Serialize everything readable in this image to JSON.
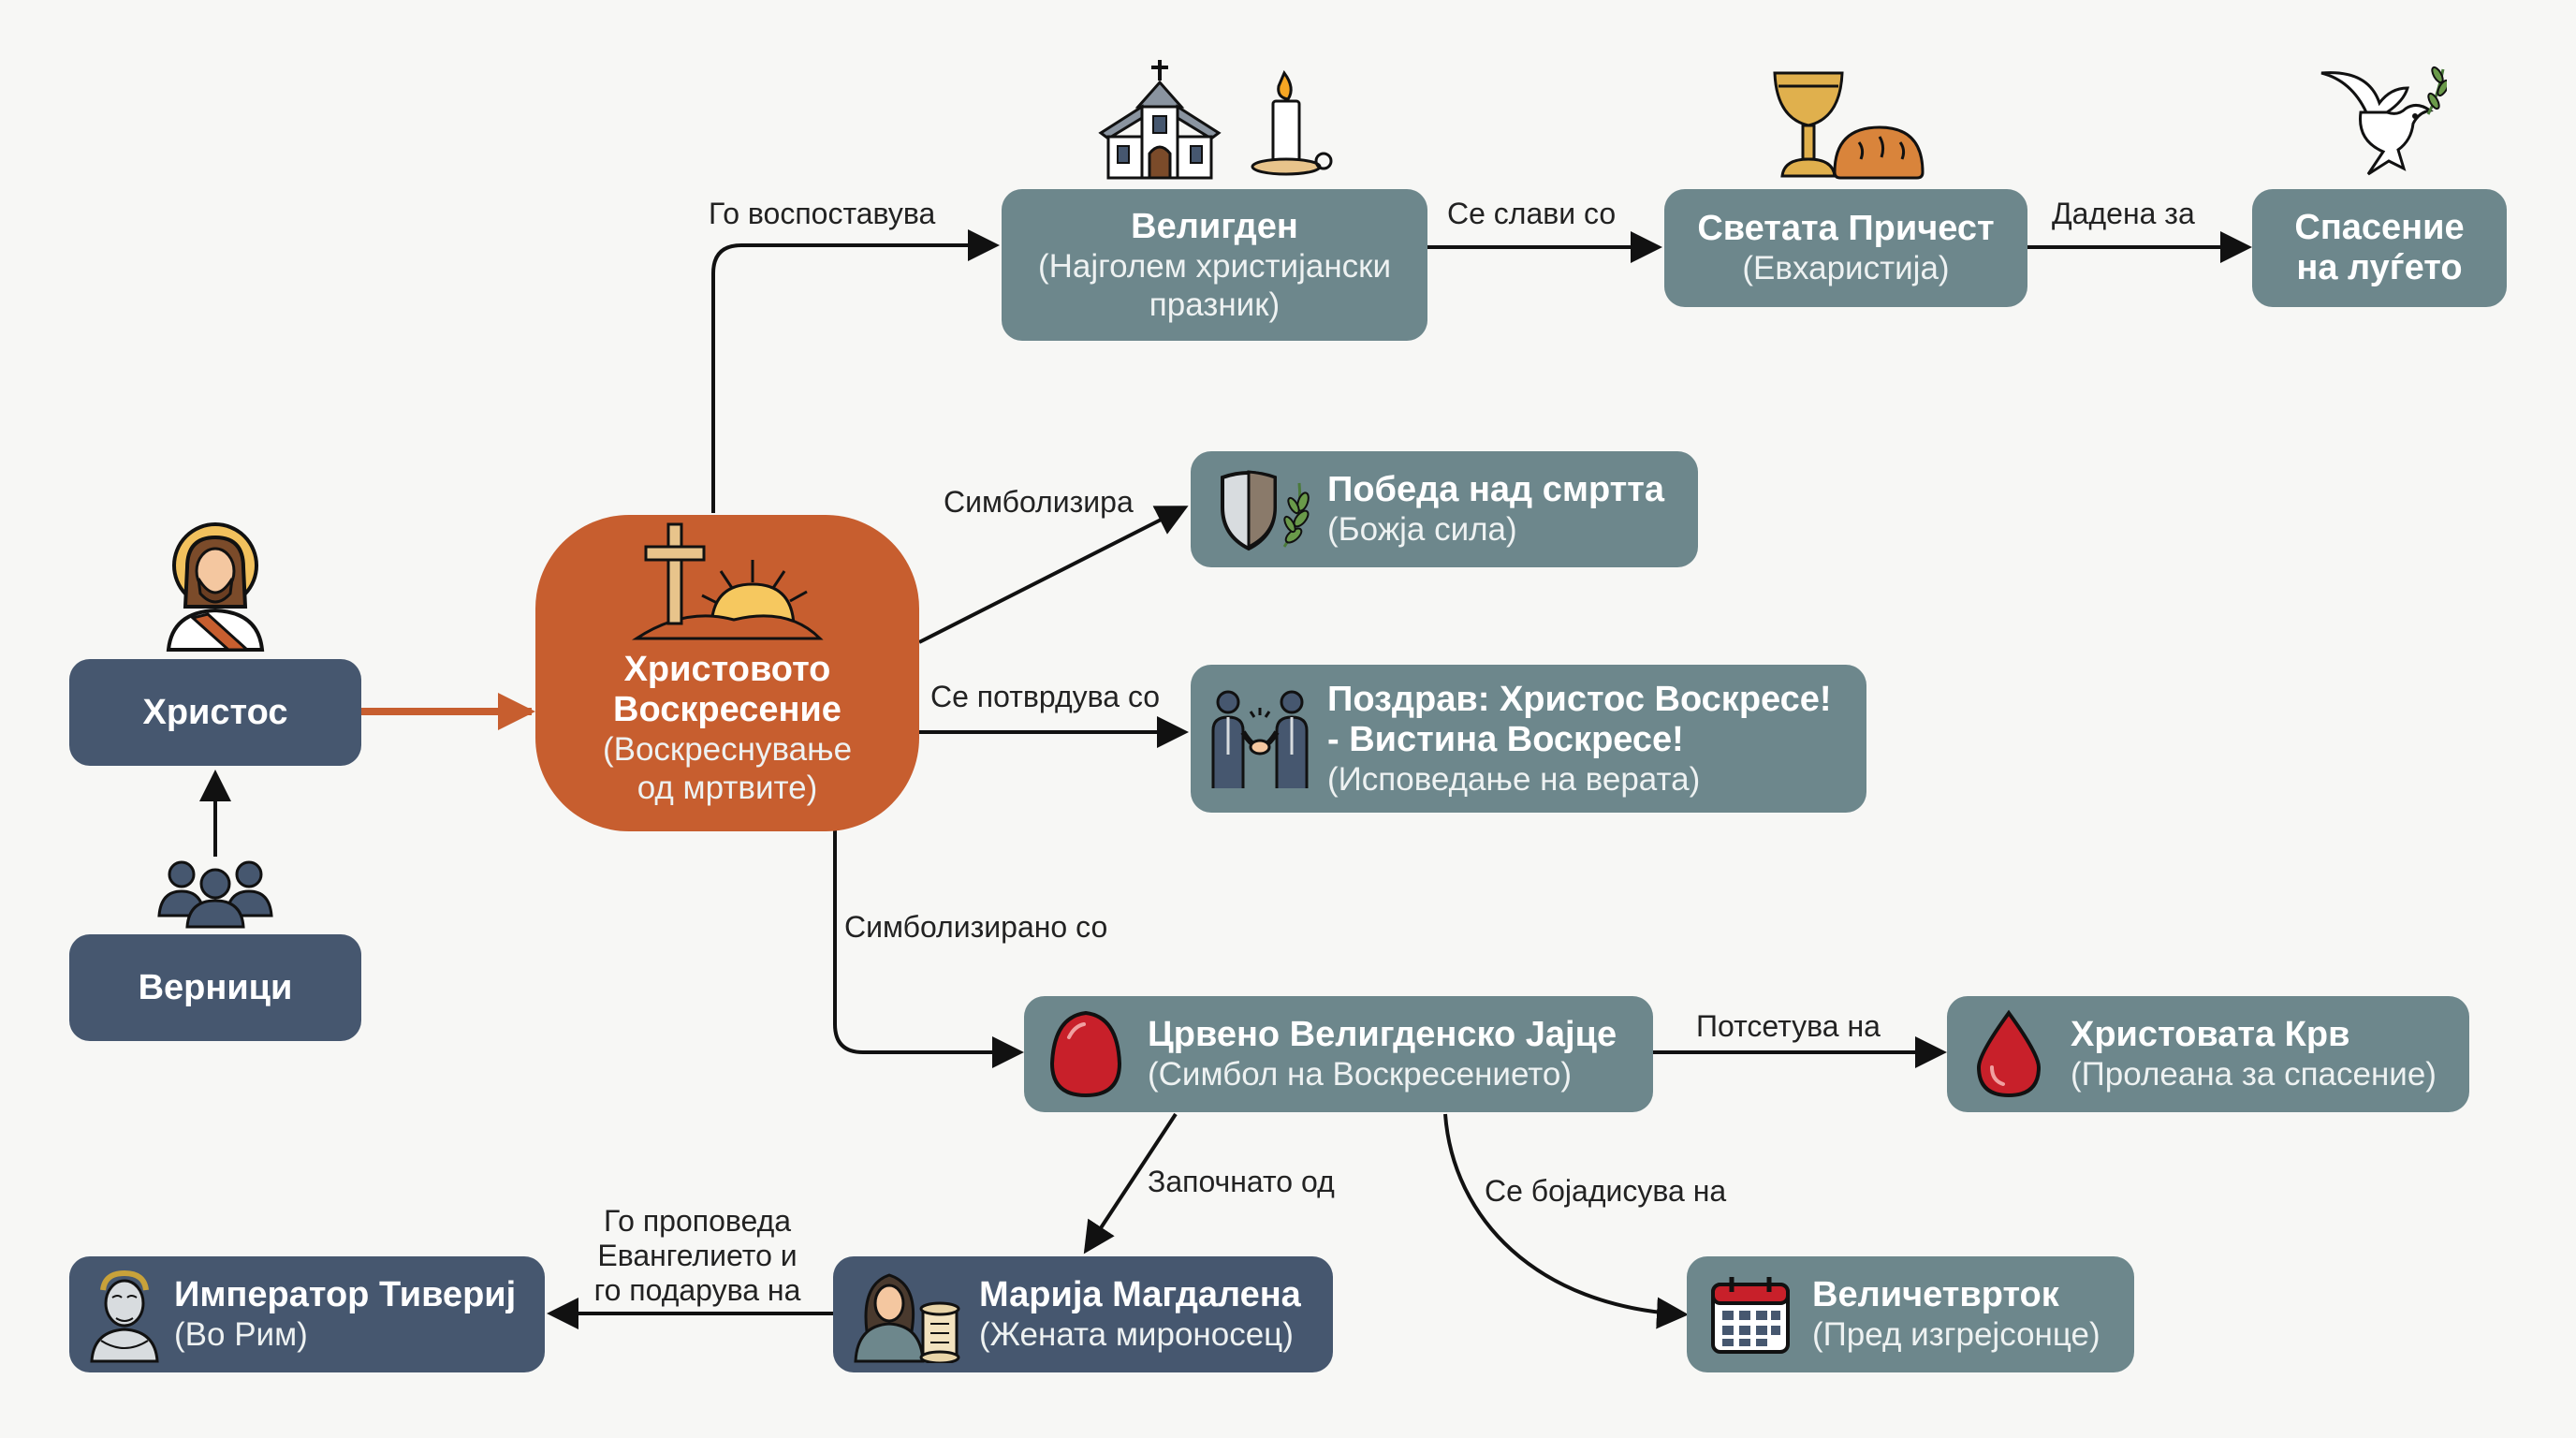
{
  "nodes": {
    "hristos": {
      "title": "Христос"
    },
    "vernici": {
      "title": "Верници"
    },
    "voskresenie": {
      "title_line1": "Христовото",
      "title_line2": "Воскресение",
      "sub_line1": "(Воскреснување",
      "sub_line2": "од мртвите)"
    },
    "veligden": {
      "title": "Велигден",
      "sub_line1": "(Најголем христијански",
      "sub_line2": "празник)"
    },
    "prichest": {
      "title": "Светата Причест",
      "sub": "(Евхаристија)"
    },
    "spasenie": {
      "title_line1": "Спасение",
      "title_line2": "на луѓето"
    },
    "pobeda": {
      "title": "Победа над смртта",
      "sub": "(Божја сила)"
    },
    "pozdrav": {
      "title_line1": "Поздрав: Христос Воскресе!",
      "title_line2": "- Вистина Воскресе!",
      "sub": "(Исповедање на верата)"
    },
    "jajce": {
      "title": "Црвено Велигденско Јајце",
      "sub": "(Симбол на Воскресението)"
    },
    "krv": {
      "title": "Христовата Крв",
      "sub": "(Пролеана за спасение)"
    },
    "tiberij": {
      "title": "Император Тивериј",
      "sub": "(Во Рим)"
    },
    "marija": {
      "title": "Марија Магдалена",
      "sub": "(Жената мироносец)"
    },
    "velichetvrtok": {
      "title": "Величетврток",
      "sub": "(Пред изгрејсонце)"
    }
  },
  "edges": {
    "go_vospostavuva": "Го воспоставува",
    "se_slavi_so": "Се слави со",
    "dadena_za": "Дадена за",
    "simbolizira": "Симболизира",
    "se_potvrduva_so": "Се потврдува со",
    "simbolizirano_so": "Симболизирано со",
    "potsetuva_na": "Потсетува на",
    "zapochnato_od": "Започнато од",
    "se_bojadisuva_na": "Се бојадисува на",
    "go_propoveda_line1": "Го проповеда",
    "go_propoveda_line2": "Евангелието и",
    "go_propoveda_line3": "го подарува на"
  },
  "colors": {
    "dark_node": "#46576f",
    "slate_node": "#6d878c",
    "center_node": "#c75e2f",
    "accent_arrow": "#c75e2f"
  },
  "icons": [
    "jesus-icon",
    "people-icon",
    "cross-sunrise-icon",
    "church-icon",
    "candle-icon",
    "chalice-icon",
    "bread-icon",
    "dove-icon",
    "shield-laurel-icon",
    "handshake-icon",
    "red-egg-icon",
    "blood-drop-icon",
    "emperor-bust-icon",
    "woman-scroll-icon",
    "calendar-icon"
  ]
}
